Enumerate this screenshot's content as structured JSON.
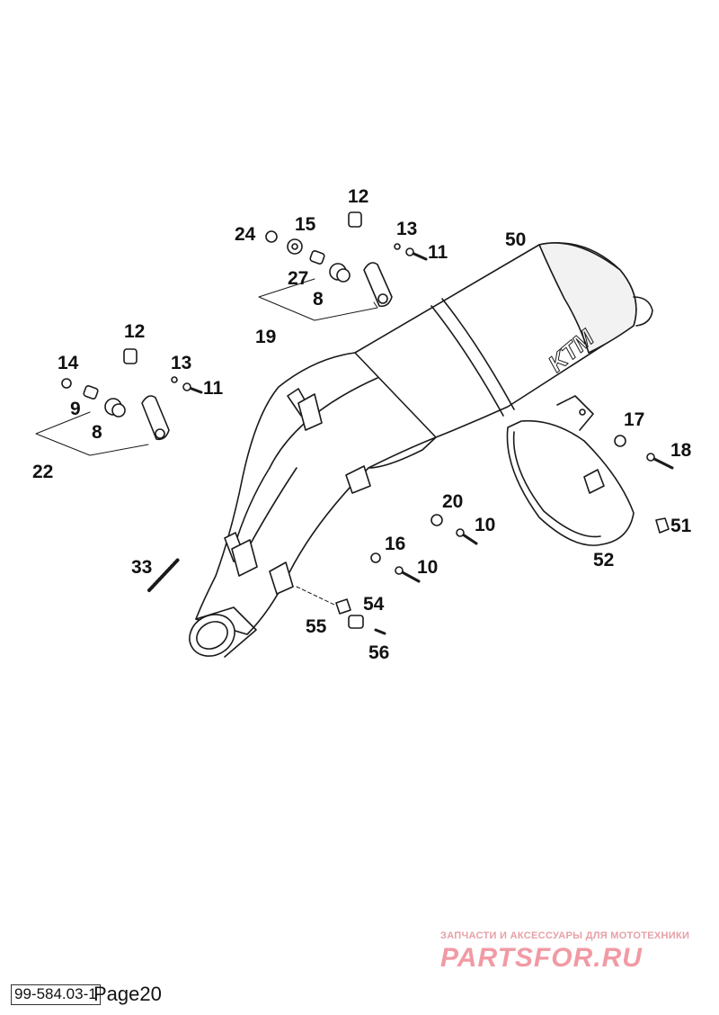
{
  "labels": {
    "p12a": "12",
    "p15": "15",
    "p24": "24",
    "p13a": "13",
    "p11a": "11",
    "p50": "50",
    "p27": "27",
    "p8a": "8",
    "p19": "19",
    "p12b": "12",
    "p14": "14",
    "p13b": "13",
    "p11b": "11",
    "p9": "9",
    "p8b": "8",
    "p22": "22",
    "p17": "17",
    "p18": "18",
    "p20": "20",
    "p10a": "10",
    "p16": "16",
    "p10b": "10",
    "p51": "51",
    "p52": "52",
    "p33": "33",
    "p54": "54",
    "p55": "55",
    "p56": "56"
  },
  "muffler_logo": "KTM",
  "footer": {
    "code": "99-584.03-1",
    "page": "Page20"
  },
  "watermark": {
    "tagline": "ЗАПЧАСТИ И АКСЕССУАРЫ ДЛЯ МОТОТЕХНИКИ",
    "brand": "PARTSFOR.RU"
  },
  "colors": {
    "line": "#1a1a1a",
    "watermark": "#f19aa4"
  }
}
